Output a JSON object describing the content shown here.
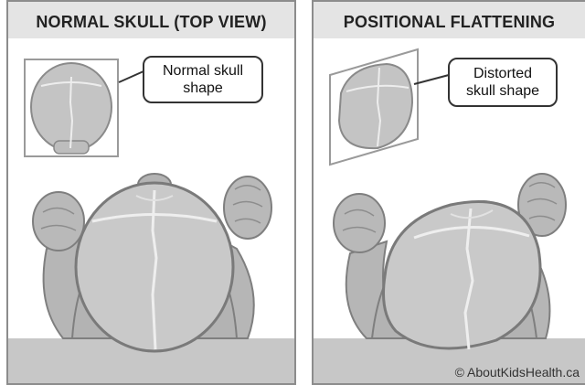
{
  "panels": [
    {
      "title": "NORMAL SKULL (TOP VIEW)",
      "callout_line1": "Normal skull",
      "callout_line2": "shape"
    },
    {
      "title": "POSITIONAL FLATTENING",
      "callout_line1": "Distorted",
      "callout_line2": "skull shape"
    }
  ],
  "copyright": "© AboutKidsHealth.ca",
  "colors": {
    "border": "#8c8c8c",
    "title_bg": "#e4e4e4",
    "skin": "#b6b6b6",
    "skull": "#c9c9c9",
    "floor": "#c7c7c7"
  }
}
